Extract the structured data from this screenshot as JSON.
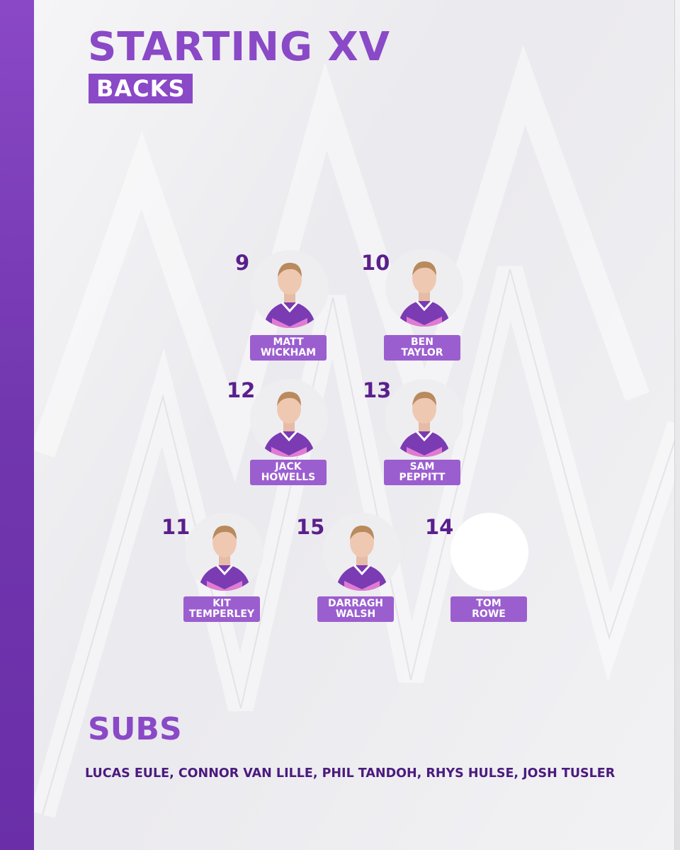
{
  "header": {
    "title": "STARTING XV",
    "subtitle": "BACKS"
  },
  "colors": {
    "brand_purple": "#8a49c7",
    "number_purple": "#5a1f8c",
    "name_tag": "#9b5ecf",
    "pitch_lines": "#9b62d0"
  },
  "lineup": [
    {
      "number": "9",
      "first": "MATT",
      "last": "WICKHAM",
      "photo": "player-photo"
    },
    {
      "number": "10",
      "first": "BEN",
      "last": "TAYLOR",
      "photo": "player-photo"
    },
    {
      "number": "12",
      "first": "JACK",
      "last": "HOWELLS",
      "photo": "player-photo"
    },
    {
      "number": "13",
      "first": "SAM",
      "last": "PEPPITT",
      "photo": "player-photo"
    },
    {
      "number": "11",
      "first": "KIT",
      "last": "TEMPERLEY",
      "photo": "player-photo"
    },
    {
      "number": "15",
      "first": "DARRAGH",
      "last": "WALSH",
      "photo": "player-photo"
    },
    {
      "number": "14",
      "first": "TOM",
      "last": "ROWE",
      "photo": "blank-photo"
    }
  ],
  "subs": {
    "title": "SUBS",
    "names": "LUCAS EULE, CONNOR VAN LILLE, PHIL TANDOH, RHYS HULSE, JOSH TUSLER"
  }
}
